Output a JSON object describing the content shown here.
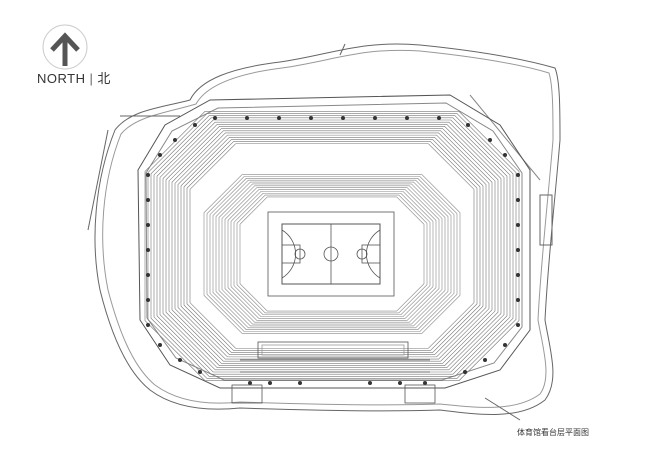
{
  "compass": {
    "label": "NORTH",
    "separator": "|",
    "label_cn": "北"
  },
  "caption": "体育馆看台层平面图",
  "colors": {
    "line": "#444444",
    "light": "#999999",
    "court": "#555555"
  }
}
